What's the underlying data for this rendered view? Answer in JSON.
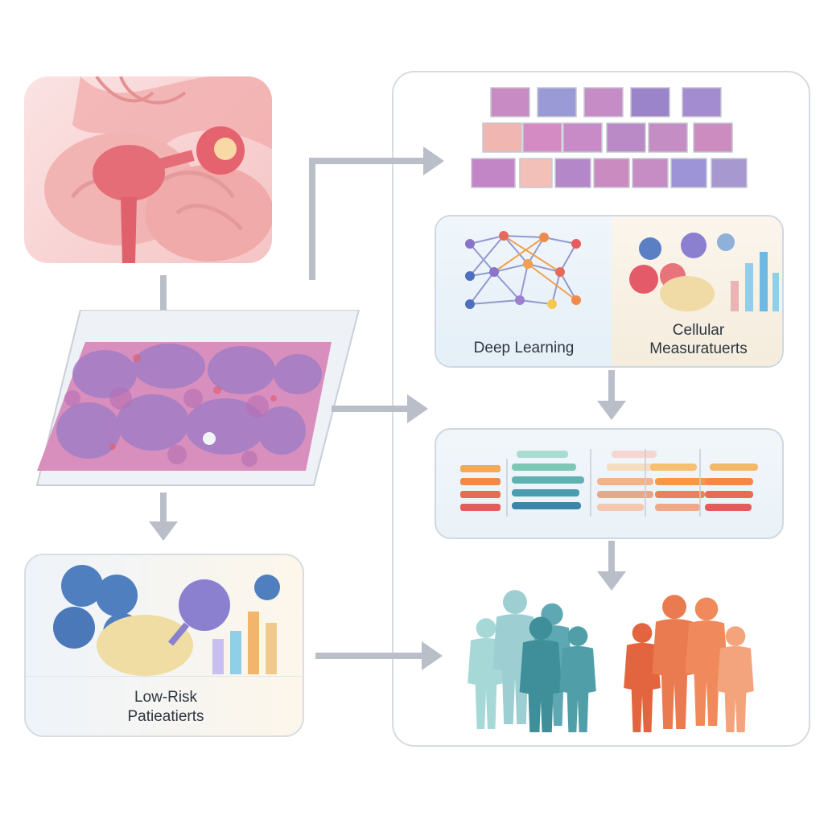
{
  "labels": {
    "deep_learning": "Deep Learning",
    "cellular_line1": "Cellular",
    "cellular_line2": "Measuratuerts",
    "low_risk_line1": "Low-Risk",
    "low_risk_line2": "Patieatierts"
  },
  "icons": {
    "organ": "pancreas-organ-icon",
    "slide": "histology-slide-icon",
    "tiles": "image-tile-grid-icon",
    "network": "neural-network-icon",
    "cells": "cell-cluster-icon",
    "bars": "bar-chart-icon",
    "people": "patient-group-icon"
  },
  "colors": {
    "arrow": "#b9bec8",
    "organ_bg": "#f7c9c9",
    "tissue": "#d98fc0",
    "teal_group": "#3f8f9a",
    "orange_group": "#e2653f",
    "panel_border": "#c9d3dc"
  }
}
